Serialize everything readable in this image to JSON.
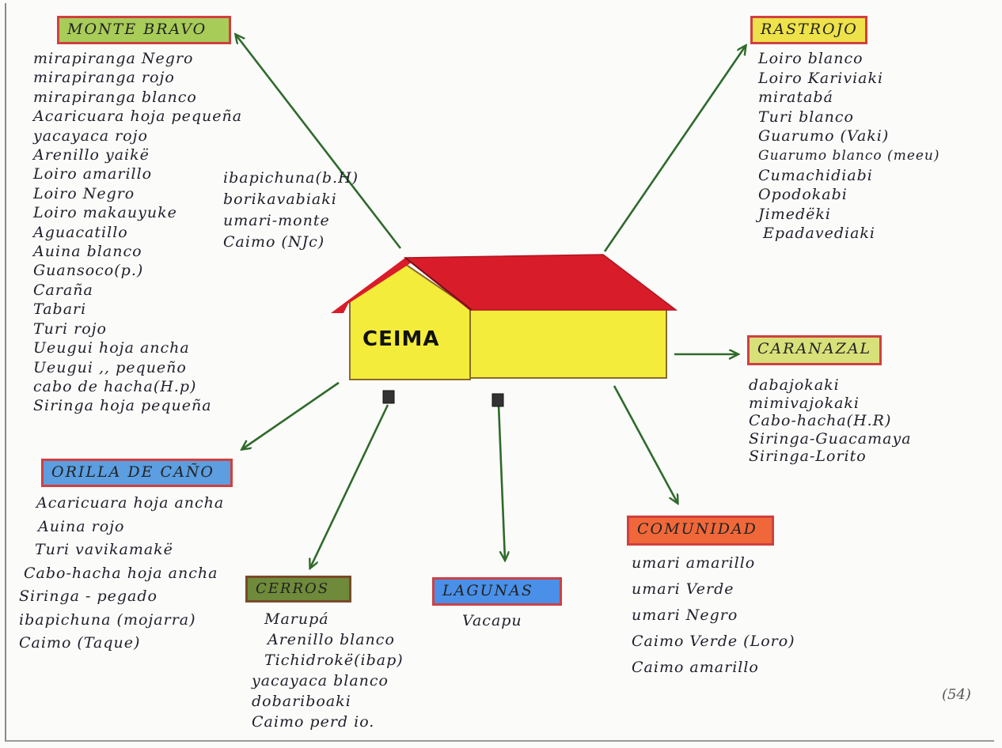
{
  "center": {
    "label": "CEIMA"
  },
  "page_number": "(54)",
  "colors": {
    "arrow": "#2f6a2a",
    "roof": "#d91c2a",
    "wall": "#f4ec3a",
    "border_red": "#d04040"
  },
  "groups": {
    "monte_bravo": {
      "title": "MONTE BRAVO",
      "items": [
        "mirapiranga Negro",
        "mirapiranga rojo",
        "mirapiranga blanco",
        "Acaricuara hoja pequeña",
        "yacayaca rojo",
        "Arenillo yaikë",
        "Loiro amarillo",
        "Loiro Negro",
        "Loiro makauyuke",
        "Aguacatillo",
        "Auina blanco",
        "Guansoco(p.)",
        "Caraña",
        "Tabari",
        "Turi rojo",
        "Ueugui hoja ancha",
        "Ueugui ,, pequeño",
        "cabo de hacha(H.p)",
        "Siringa hoja pequeña"
      ],
      "items_col2": [
        "ibapichuna(b.H)",
        "borikavabiaki",
        "umari-monte",
        "Caimo (NJc)"
      ]
    },
    "rastrojo": {
      "title": "RASTROJO",
      "items": [
        "Loiro blanco",
        "Loiro Kariviaki",
        "miratabá",
        "Turi blanco",
        "Guarumo (Vaki)",
        "Guarumo blanco (meeu)",
        "Cumachidiabi",
        "Opodokabi",
        "Jimedëki",
        "Epadavediaki"
      ]
    },
    "caranazal": {
      "title": "CARANAZAL",
      "items": [
        "dabajokaki",
        "mimivajokaki",
        "Cabo-hacha(H.R)",
        "Siringa-Guacamaya",
        "Siringa-Lorito"
      ]
    },
    "orilla_de_cano": {
      "title": "ORILLA DE CAÑO",
      "items": [
        "Acaricuara hoja ancha",
        "Auina rojo",
        "Turi vavikamakë",
        "Cabo-hacha hoja ancha",
        "Siringa - pegado",
        "ibapichuna (mojarra)",
        "Caimo (Taque)"
      ]
    },
    "cerros": {
      "title": "CERROS",
      "items": [
        "Marupá",
        "Arenillo blanco",
        "Tichidrokë(ibap)",
        "yacayaca blanco",
        "dobariboaki",
        "Caimo perd  io."
      ]
    },
    "lagunas": {
      "title": "LAGUNAS",
      "items": [
        "Vacapu"
      ]
    },
    "comunidad": {
      "title": "COMUNIDAD",
      "items": [
        "umari amarillo",
        "umari Verde",
        "umari Negro",
        "Caimo Verde (Loro)",
        "Caimo amarillo"
      ]
    }
  }
}
